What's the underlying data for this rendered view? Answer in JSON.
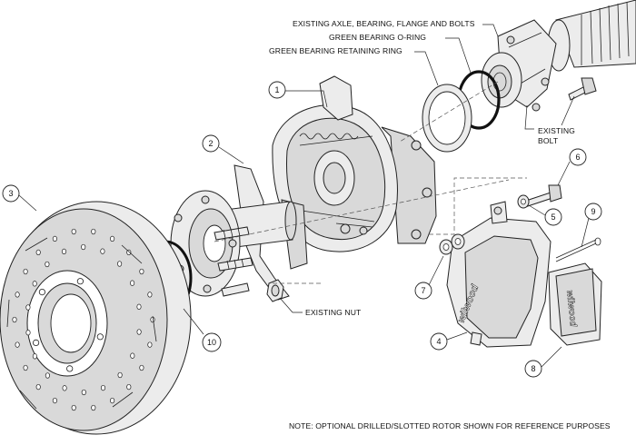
{
  "labels": {
    "axle": "EXISTING AXLE, BEARING, FLANGE AND BOLTS",
    "oring": "GREEN BEARING O-RING",
    "retaining_ring": "GREEN BEARING RETAINING RING",
    "existing_bolt_1": "EXISTING",
    "existing_bolt_2": "BOLT",
    "existing_nut": "EXISTING NUT",
    "note": "NOTE: OPTIONAL DRILLED/SLOTTED ROTOR SHOWN FOR REFERENCE PURPOSES"
  },
  "callouts": {
    "c1": "1",
    "c2": "2",
    "c3": "3",
    "c4": "4",
    "c5": "5",
    "c6": "6",
    "c7": "7",
    "c8": "8",
    "c9": "9",
    "c10": "10"
  },
  "logo_text": {
    "caliper": "wilwood",
    "pad": "wilwood"
  }
}
